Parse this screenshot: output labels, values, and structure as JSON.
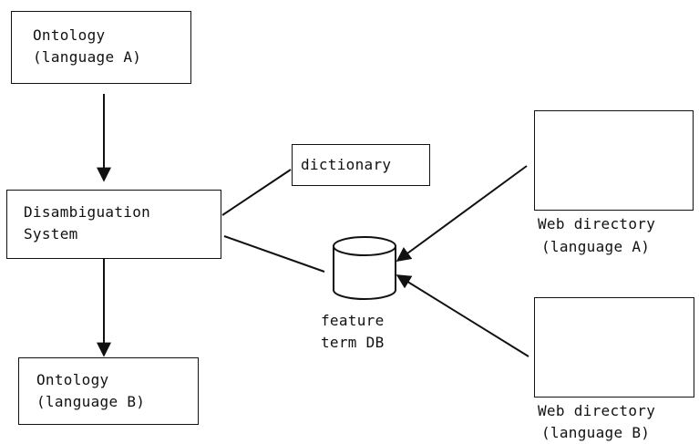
{
  "nodes": {
    "ontology_a": {
      "line1": "Ontology",
      "line2": "(language A)"
    },
    "disambiguation": {
      "line1": "Disambiguation",
      "line2": "System"
    },
    "ontology_b": {
      "line1": "Ontology",
      "line2": "(language B)"
    },
    "dictionary": {
      "label": "dictionary"
    },
    "feature_db": {
      "line1": "feature",
      "line2": "term DB"
    },
    "web_dir_a": {
      "line1": "Web directory",
      "line2": "(language A)"
    },
    "web_dir_b": {
      "line1": "Web directory",
      "line2": "(language B)"
    }
  }
}
